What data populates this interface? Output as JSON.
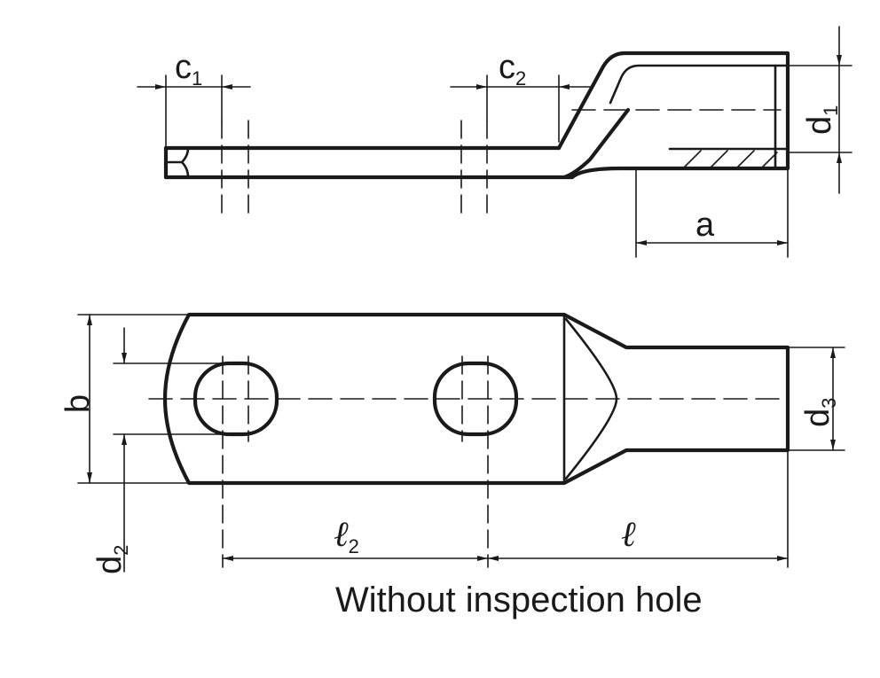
{
  "labels": {
    "c": "c",
    "c1_sub": "1",
    "c2_sub": "2",
    "a": "a",
    "d": "d",
    "d1_sub": "1",
    "d2_sub": "2",
    "d3_sub": "3",
    "b": "b",
    "l": "ℓ",
    "l2_sub": "2"
  },
  "caption": "Without inspection hole"
}
